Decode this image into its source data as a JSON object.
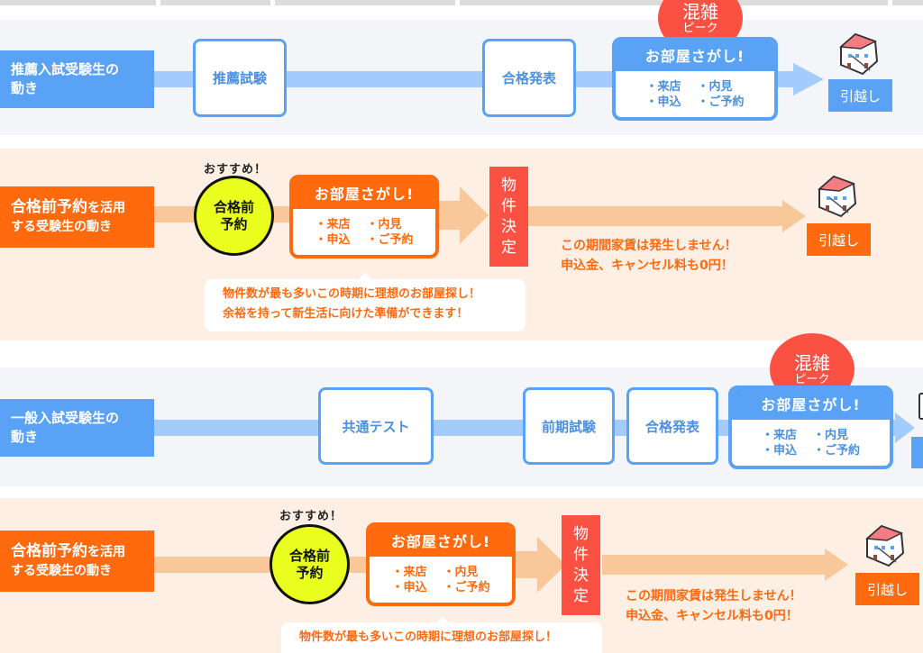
{
  "colors": {
    "blue_primary": "#5aa2f5",
    "blue_track": "#a3cbfb",
    "blue_band_bg": "#f3f5f9",
    "orange_primary": "#ff6a0f",
    "orange_track": "#f8c89a",
    "peach_band_bg": "#fdefe3",
    "peak_red": "#fb5143",
    "circle_yellow": "#eaff1e"
  },
  "sections": [
    {
      "id": "recommend-exam",
      "label": "推薦入試受験生の動き",
      "label_line1": "推薦入試受験生の",
      "label_line2": "動き",
      "steps": [
        "推薦試験",
        "合格発表"
      ],
      "peak": {
        "line1": "混雑",
        "line2": "ピーク"
      },
      "search": {
        "title": "お部屋さがし!",
        "items": [
          "・来店",
          "・内見",
          "・申込",
          "・ご予約"
        ]
      },
      "move": "引越し"
    },
    {
      "id": "pre-pass-reservation-1",
      "label_emph": "合格前予約",
      "label_rest1": "を活用",
      "label_line2": "する受験生の動き",
      "recommend": "おすすめ！",
      "circle": {
        "line1": "合格前",
        "line2": "予約"
      },
      "search": {
        "title": "お部屋さがし!",
        "items": [
          "・来店",
          "・内見",
          "・申込",
          "・ご予約"
        ]
      },
      "decision": [
        "物",
        "件",
        "決",
        "定"
      ],
      "note_line1": "この期間家賃は発生しません！",
      "note_line2": "申込金、キャンセル料も0円！",
      "bubble_line1": "物件数が最も多いこの時期に理想のお部屋探し！",
      "bubble_line2": "余裕を持って新生活に向けた準備ができます！",
      "move": "引越し"
    },
    {
      "id": "general-exam",
      "label_line1": "一般入試受験生の",
      "label_line2": "動き",
      "steps": [
        "共通テスト",
        "前期試験",
        "合格発表"
      ],
      "peak": {
        "line1": "混雑",
        "line2": "ピーク"
      },
      "search": {
        "title": "お部屋さがし!",
        "items": [
          "・来店",
          "・内見",
          "・申込",
          "・ご予約"
        ]
      }
    },
    {
      "id": "pre-pass-reservation-2",
      "label_emph": "合格前予約",
      "label_rest1": "を活用",
      "label_line2": "する受験生の動き",
      "recommend": "おすすめ！",
      "circle": {
        "line1": "合格前",
        "line2": "予約"
      },
      "search": {
        "title": "お部屋さがし!",
        "items": [
          "・来店",
          "・内見",
          "・申込",
          "・ご予約"
        ]
      },
      "decision": [
        "物",
        "件",
        "決",
        "定"
      ],
      "note_line1": "この期間家賃は発生しません！",
      "note_line2": "申込金、キャンセル料も0円！",
      "bubble_line1": "物件数が最も多いこの時期に理想のお部屋探し！",
      "move": "引越し"
    }
  ]
}
